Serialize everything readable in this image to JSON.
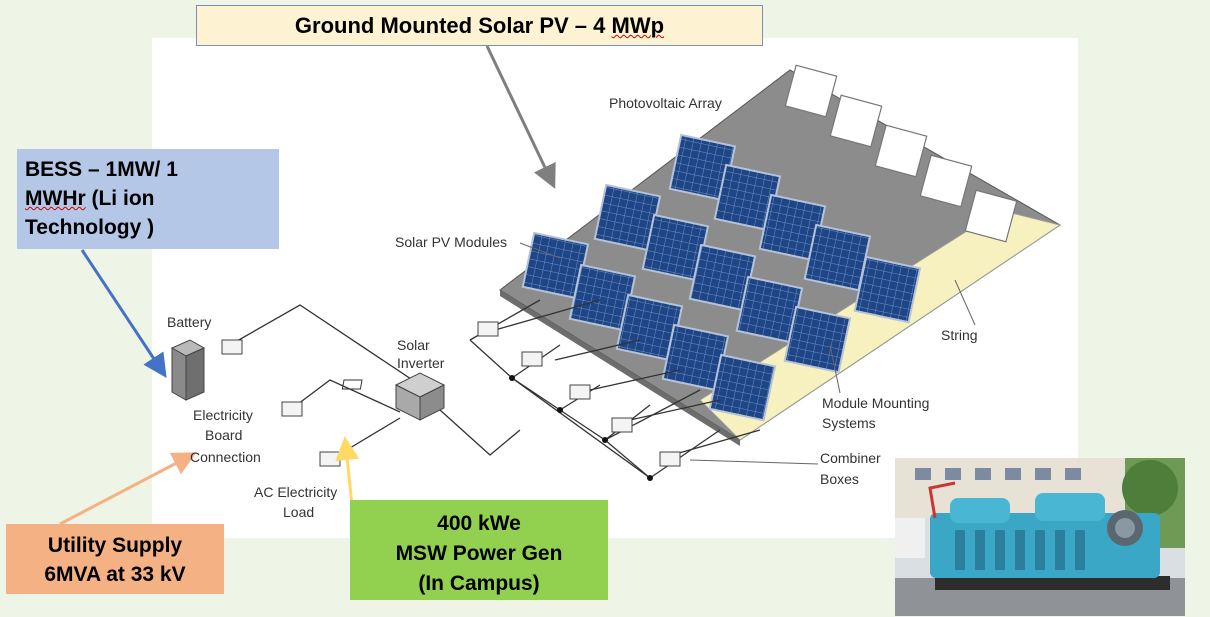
{
  "title": {
    "main": "Ground Mounted Solar PV – ",
    "value": "4 ",
    "unit": "MWp"
  },
  "bess": {
    "line1": "BESS –  1MW/ 1",
    "line2_a": "MWHr",
    "line2_b": " (Li ion",
    "line3": "Technology )"
  },
  "utility": {
    "line1": "Utility Supply",
    "line2": "6MVA at 33 kV"
  },
  "msw": {
    "line1": "400 kWe",
    "line2": "MSW Power Gen",
    "line3": "(In Campus)"
  },
  "diagram_labels": {
    "photovoltaic_array": "Photovoltaic Array",
    "solar_pv_modules": "Solar PV Modules",
    "battery": "Battery",
    "solar_inverter_1": "Solar",
    "solar_inverter_2": "Inverter",
    "string": "String",
    "module_mounting_1": "Module Mounting",
    "module_mounting_2": "Systems",
    "electricity_board_1": "Electricity",
    "electricity_board_2": "Board",
    "electricity_board_3": "Connection",
    "ac_load_1": "AC Electricity",
    "ac_load_2": "Load",
    "combiner_1": "Combiner",
    "combiner_2": "Boxes"
  },
  "colors": {
    "title_bg": "#fdf3d2",
    "bess_bg": "#b4c7e7",
    "utility_bg": "#f4b183",
    "msw_bg": "#92d050",
    "panel_blue": "#1d3f7a",
    "ground_gray": "#8c8c8c",
    "ground_cream": "#f7f0bf"
  }
}
